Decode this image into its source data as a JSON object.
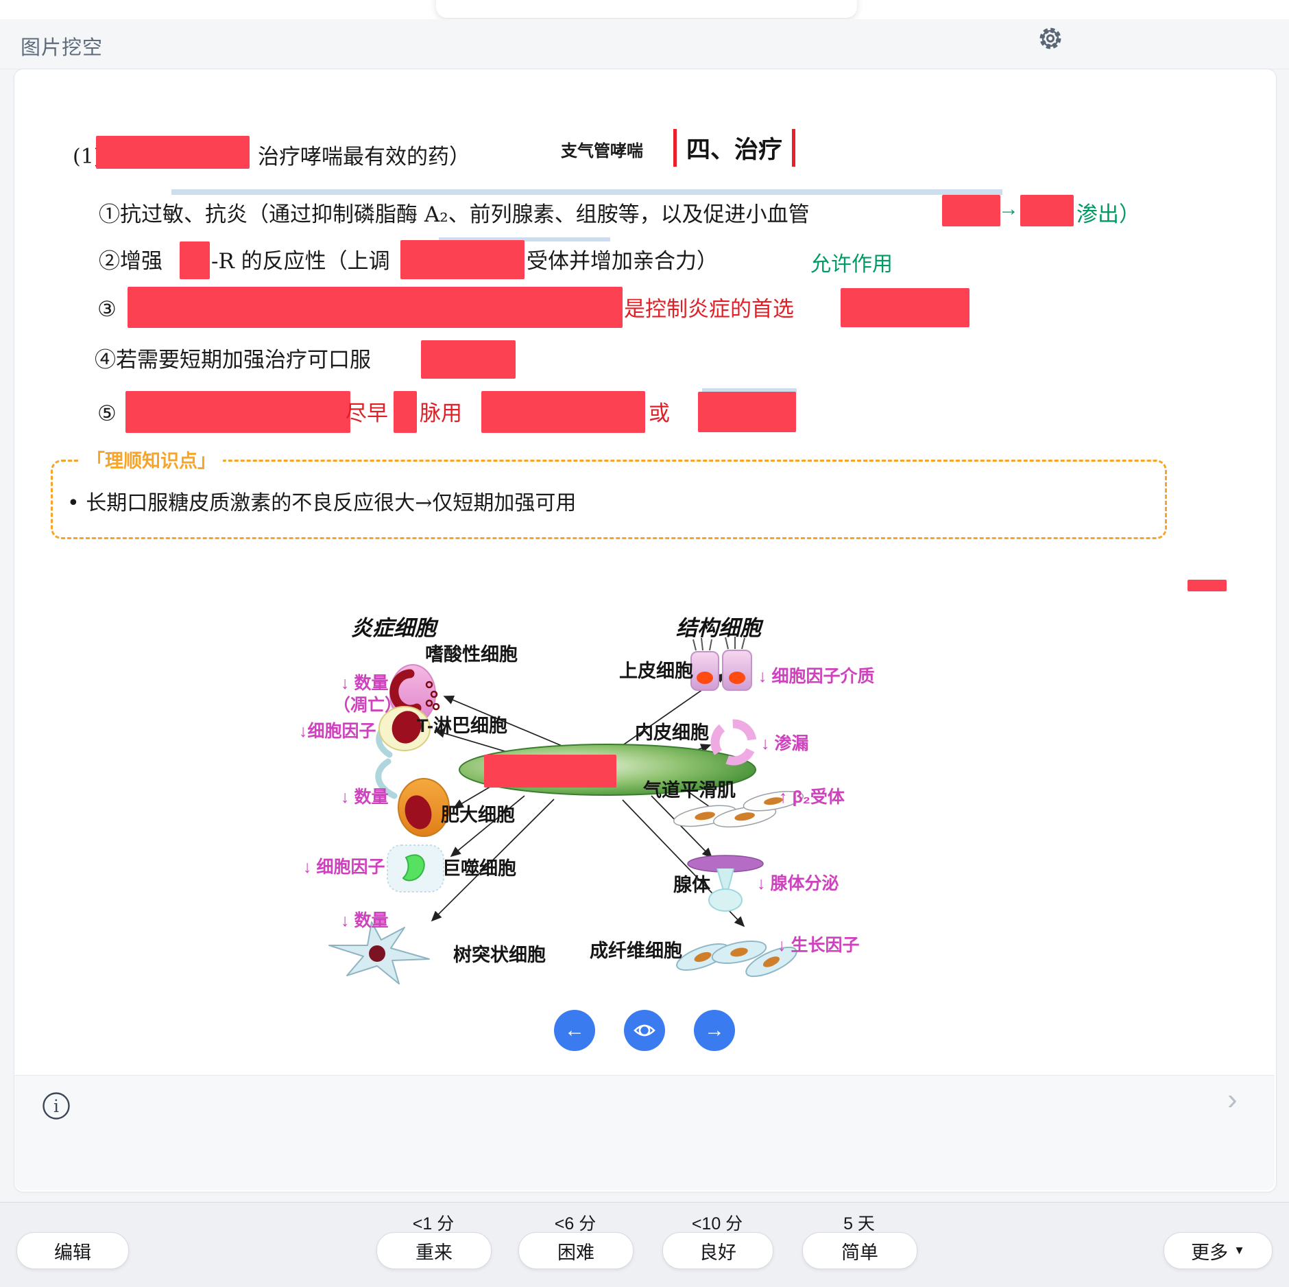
{
  "header": {
    "title": "图片挖空"
  },
  "card": {
    "q_no": "(1)",
    "q_text": "治疗哮喘最有效的药）",
    "q_tag": "支气管哮喘",
    "q_section": "四、治疗",
    "item1_pre": "①抗过敏、抗炎（通过抑制磷脂酶 A₂、前列腺素、组胺等，以及促进小血管",
    "item1_arrow": "→",
    "item1_suffix": "渗出）",
    "item2_pre": "②增强",
    "item2_mid": "-R 的反应性（上调",
    "item2_suffix": "受体并增加亲合力）",
    "item2_note": "允许作用",
    "item3_no": "③",
    "item3_red": "是控制炎症的首选",
    "item4_text": "④若需要短期加强治疗可口服",
    "item5_no": "⑤",
    "item5_frag1": "尽早",
    "item5_frag2": "脉用",
    "item5_frag3": "或"
  },
  "knowledge": {
    "title": "「理顺知识点」",
    "bullet": "• 长期口服糖皮质激素的不良反应很大→仅短期加强可用"
  },
  "diagram": {
    "left_title": "炎症细胞",
    "right_title": "结构细胞",
    "eosinophil": "嗜酸性细胞",
    "eosinophil_note1": "↓ 数量",
    "eosinophil_note2": "（凋亡）",
    "tcell": "T-淋巴细胞",
    "tcell_note": "↓细胞因子",
    "mast": "肥大细胞",
    "mast_note": "↓ 数量",
    "macrophage": "巨噬细胞",
    "macrophage_note": "↓ 细胞因子",
    "dendritic": "树突状细胞",
    "dendritic_note": "↓ 数量",
    "epithelial": "上皮细胞",
    "epithelial_note": "↓ 细胞因子介质",
    "endothelial": "内皮细胞",
    "endothelial_note": "↓ 渗漏",
    "smooth_muscle": "气道平滑肌",
    "smooth_muscle_note": "↑ β₂受体",
    "gland": "腺体",
    "gland_note": "↓ 腺体分泌",
    "fibroblast": "成纤维细胞",
    "fibroblast_note": "↓ 生长因子"
  },
  "controls": {
    "prev": "←",
    "next": "→"
  },
  "card_footer": {
    "info_i": "i",
    "chevron": "›"
  },
  "footer": {
    "edit": "编辑",
    "again": "重来",
    "hard": "困难",
    "good": "良好",
    "easy": "简单",
    "more": "更多",
    "more_caret": "▼",
    "t_again": "<1 分",
    "t_hard": "<6 分",
    "t_good": "<10 分",
    "t_easy": "5 天"
  }
}
